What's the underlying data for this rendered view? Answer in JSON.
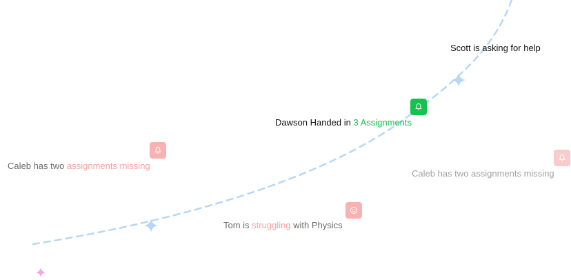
{
  "colors": {
    "curve": "#b6d7f5",
    "accent_green": "#16c150",
    "accent_pink": "#f4a0a0",
    "badge_pink": "#f9b2b2",
    "sparkle_blue": "#b6d7f5",
    "sparkle_pink": "#f2a6ea"
  },
  "notifications": [
    {
      "icon": "bell-icon",
      "text_before": "Scott is asking for help",
      "highlight": "",
      "text_after": ""
    },
    {
      "icon": "bell-icon",
      "text_before": "Dawson Handed in ",
      "highlight": "3 Assignments",
      "text_after": ""
    },
    {
      "icon": "bell-icon",
      "text_before": "Caleb has two ",
      "highlight": "assignments missing",
      "text_after": ""
    },
    {
      "icon": "bell-icon",
      "text_before": "Caleb has two assignments missing",
      "highlight": "",
      "text_after": ""
    },
    {
      "icon": "sad-face-icon",
      "text_before": "Tom is ",
      "highlight": "struggling",
      "text_after": " with Physics"
    }
  ]
}
